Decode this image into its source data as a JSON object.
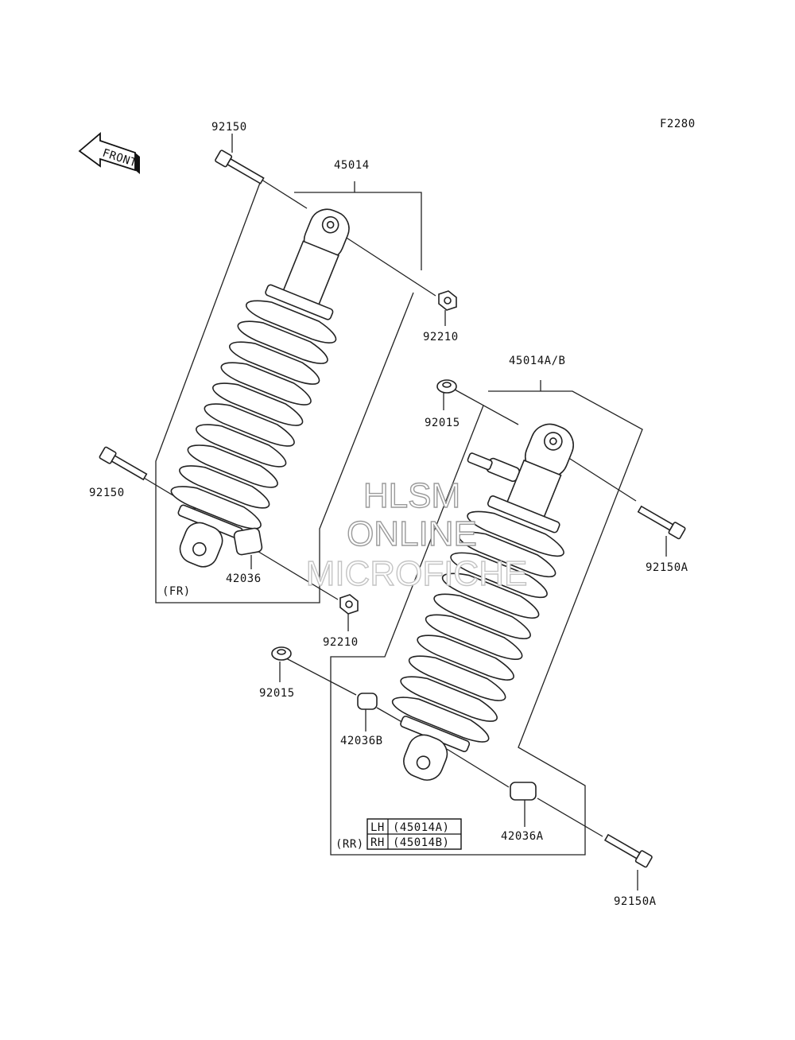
{
  "diagram_code": "F2280",
  "front_arrow_label": "FRONT",
  "parts": {
    "bolt_top_left": "92150",
    "shock_front": "45014",
    "nut_top": "92210",
    "shock_rear": "45014A/B",
    "collar_top": "92015",
    "bolt_mid_left": "92150",
    "bolt_right_top": "92150A",
    "sleeve_front": "42036",
    "nut_bottom": "92210",
    "collar_bottom": "92015",
    "sleeve_rear_b": "42036B",
    "sleeve_rear_a": "42036A",
    "bolt_right_bottom": "92150A"
  },
  "group_labels": {
    "front": "(FR)",
    "rear": "(RR)"
  },
  "variant_table": [
    {
      "side": "LH",
      "part": "(45014A)"
    },
    {
      "side": "RH",
      "part": "(45014B)"
    }
  ],
  "watermark": [
    "HLSM",
    "ONLINE",
    "MICROFICHE"
  ]
}
